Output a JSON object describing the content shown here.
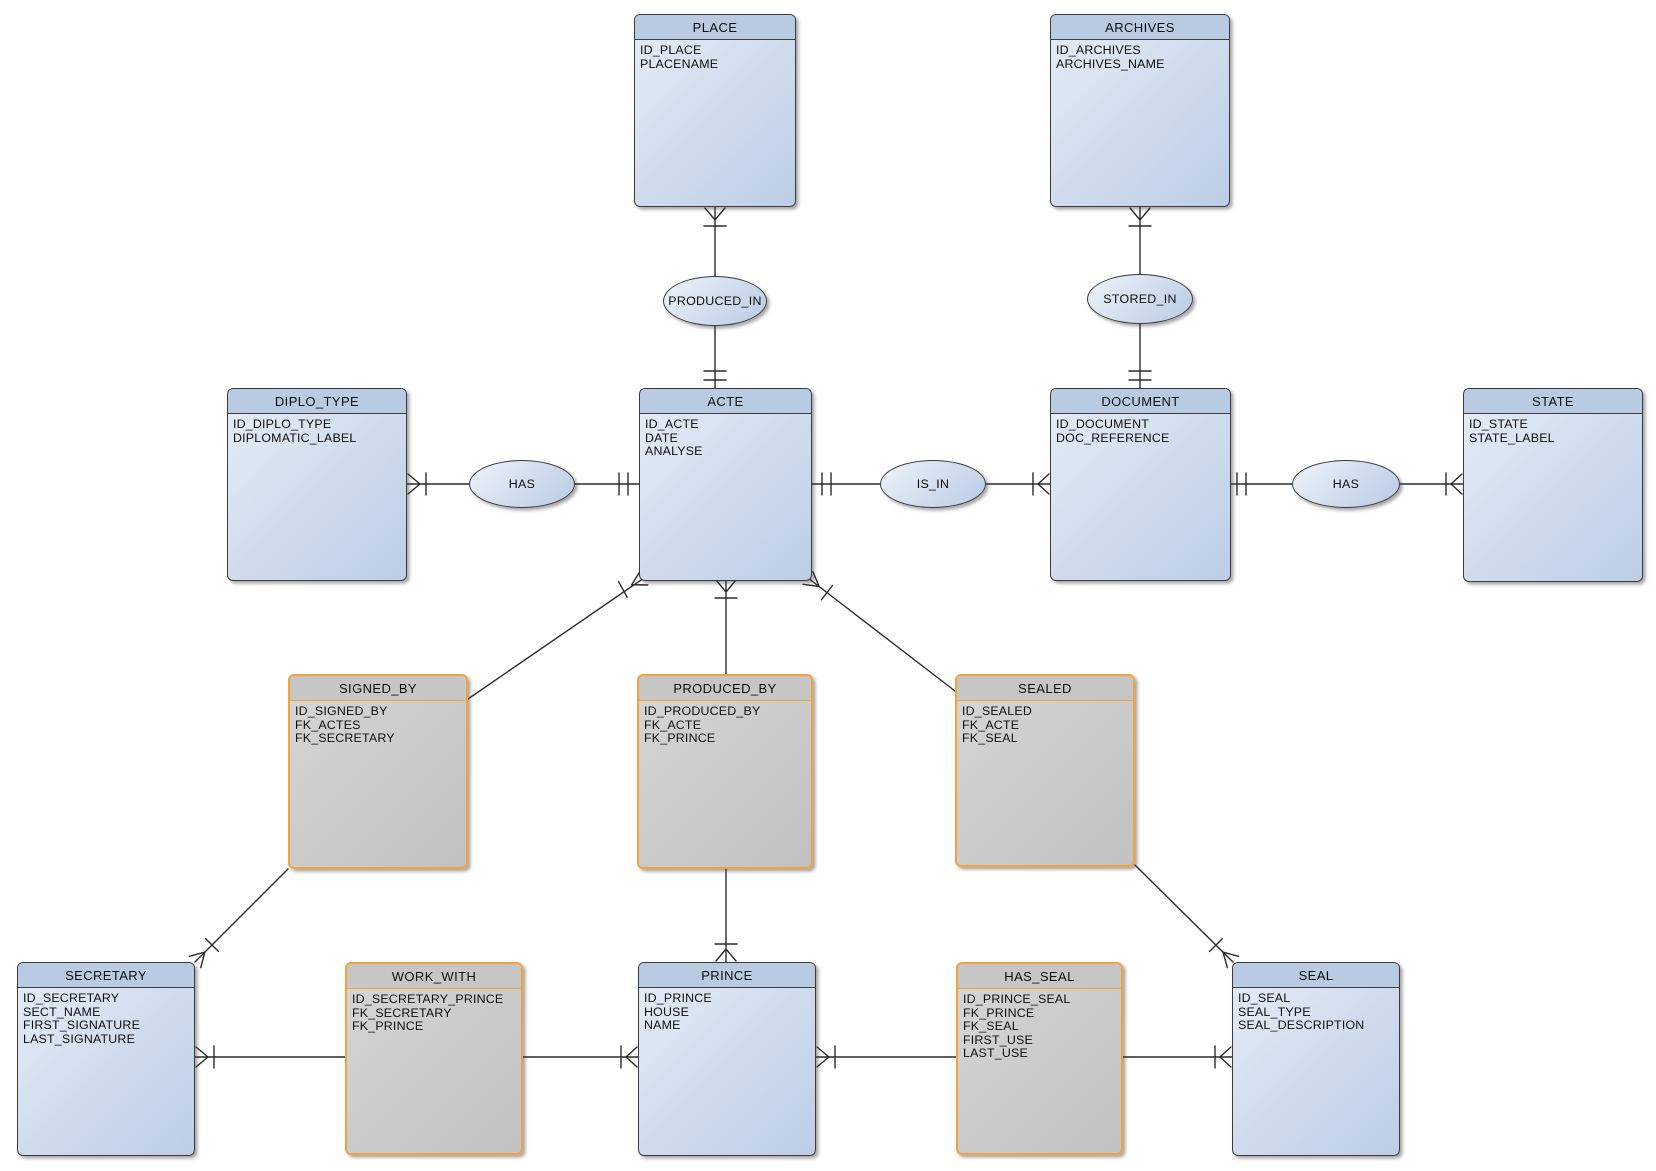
{
  "colors": {
    "canvas_bg": "#ffffff",
    "entity_header": "#b9cbe3",
    "entity_body_light": "#e6edf7",
    "entity_body_dark": "#bccde5",
    "entity_border": "#3c3c3c",
    "assoc_header": "#c6c6c6",
    "assoc_body_light": "#d6d6d6",
    "assoc_body_dark": "#c1c1c1",
    "assoc_border": "#f2a33c",
    "line_color": "#2b2b2b",
    "text_color": "#0d0d0d"
  },
  "nodes": {
    "place": {
      "title": "PLACE",
      "fields": [
        "ID_PLACE",
        "PLACENAME"
      ]
    },
    "archives": {
      "title": "ARCHIVES",
      "fields": [
        "ID_ARCHIVES",
        "ARCHIVES_NAME"
      ]
    },
    "diplo_type": {
      "title": "DIPLO_TYPE",
      "fields": [
        "ID_DIPLO_TYPE",
        "DIPLOMATIC_LABEL"
      ]
    },
    "acte": {
      "title": "ACTE",
      "fields": [
        "ID_ACTE",
        "DATE",
        "ANALYSE"
      ]
    },
    "document": {
      "title": "DOCUMENT",
      "fields": [
        "ID_DOCUMENT",
        "DOC_REFERENCE"
      ]
    },
    "state": {
      "title": "STATE",
      "fields": [
        "ID_STATE",
        "STATE_LABEL"
      ]
    },
    "signed_by": {
      "title": "SIGNED_BY",
      "fields": [
        "ID_SIGNED_BY",
        "FK_ACTES",
        "FK_SECRETARY"
      ]
    },
    "produced_by": {
      "title": "PRODUCED_BY",
      "fields": [
        "ID_PRODUCED_BY",
        "FK_ACTE",
        "FK_PRINCE"
      ]
    },
    "sealed": {
      "title": "SEALED",
      "fields": [
        "ID_SEALED",
        "FK_ACTE",
        "FK_SEAL"
      ]
    },
    "secretary": {
      "title": "SECRETARY",
      "fields": [
        "ID_SECRETARY",
        "SECT_NAME",
        "FIRST_SIGNATURE",
        "LAST_SIGNATURE"
      ]
    },
    "work_with": {
      "title": "WORK_WITH",
      "fields": [
        "ID_SECRETARY_PRINCE",
        "FK_SECRETARY",
        "FK_PRINCE"
      ]
    },
    "prince": {
      "title": "PRINCE",
      "fields": [
        "ID_PRINCE",
        "HOUSE",
        "NAME"
      ]
    },
    "has_seal": {
      "title": "HAS_SEAL",
      "fields": [
        "ID_PRINCE_SEAL",
        "FK_PRINCE",
        "FK_SEAL",
        "FIRST_USE",
        "LAST_USE"
      ]
    },
    "seal": {
      "title": "SEAL",
      "fields": [
        "ID_SEAL",
        "SEAL_TYPE",
        "SEAL_DESCRIPTION"
      ]
    }
  },
  "relationships": {
    "produced_in": {
      "label": "PRODUCED_IN"
    },
    "stored_in": {
      "label": "STORED_IN"
    },
    "has_diplo": {
      "label": "HAS"
    },
    "is_in": {
      "label": "IS_IN"
    },
    "has_state": {
      "label": "HAS"
    }
  },
  "edges": [
    {
      "from": "PLACE",
      "via": "PRODUCED_IN",
      "to": "ACTE",
      "from_mark": "crow-tick",
      "to_mark": "double-tick"
    },
    {
      "from": "ARCHIVES",
      "via": "STORED_IN",
      "to": "DOCUMENT",
      "from_mark": "crow-tick",
      "to_mark": "double-tick"
    },
    {
      "from": "DIPLO_TYPE",
      "via": "HAS",
      "to": "ACTE",
      "from_mark": "crow-tick",
      "to_mark": "double-tick"
    },
    {
      "from": "ACTE",
      "via": "IS_IN",
      "to": "DOCUMENT",
      "from_mark": "double-tick",
      "to_mark": "tick-crow"
    },
    {
      "from": "DOCUMENT",
      "via": "HAS",
      "to": "STATE",
      "from_mark": "double-tick",
      "to_mark": "tick-crow"
    },
    {
      "from": "ACTE",
      "via": "",
      "to": "SIGNED_BY",
      "from_mark": "crow-tick",
      "to_mark": "plain"
    },
    {
      "from": "SIGNED_BY",
      "via": "",
      "to": "SECRETARY",
      "from_mark": "plain",
      "to_mark": "crow-tick"
    },
    {
      "from": "ACTE",
      "via": "",
      "to": "PRODUCED_BY",
      "from_mark": "crow-tick",
      "to_mark": "plain"
    },
    {
      "from": "PRODUCED_BY",
      "via": "",
      "to": "PRINCE",
      "from_mark": "plain",
      "to_mark": "tick-crow"
    },
    {
      "from": "ACTE",
      "via": "",
      "to": "SEALED",
      "from_mark": "crow-tick",
      "to_mark": "plain"
    },
    {
      "from": "SEALED",
      "via": "",
      "to": "SEAL",
      "from_mark": "plain",
      "to_mark": "tick-crow"
    },
    {
      "from": "SECRETARY",
      "via": "",
      "to": "WORK_WITH",
      "from_mark": "crow-tick",
      "to_mark": "plain"
    },
    {
      "from": "WORK_WITH",
      "via": "",
      "to": "PRINCE",
      "from_mark": "plain",
      "to_mark": "tick-crow"
    },
    {
      "from": "PRINCE",
      "via": "",
      "to": "HAS_SEAL",
      "from_mark": "crow-tick",
      "to_mark": "plain"
    },
    {
      "from": "HAS_SEAL",
      "via": "",
      "to": "SEAL",
      "from_mark": "plain",
      "to_mark": "tick-crow"
    }
  ]
}
